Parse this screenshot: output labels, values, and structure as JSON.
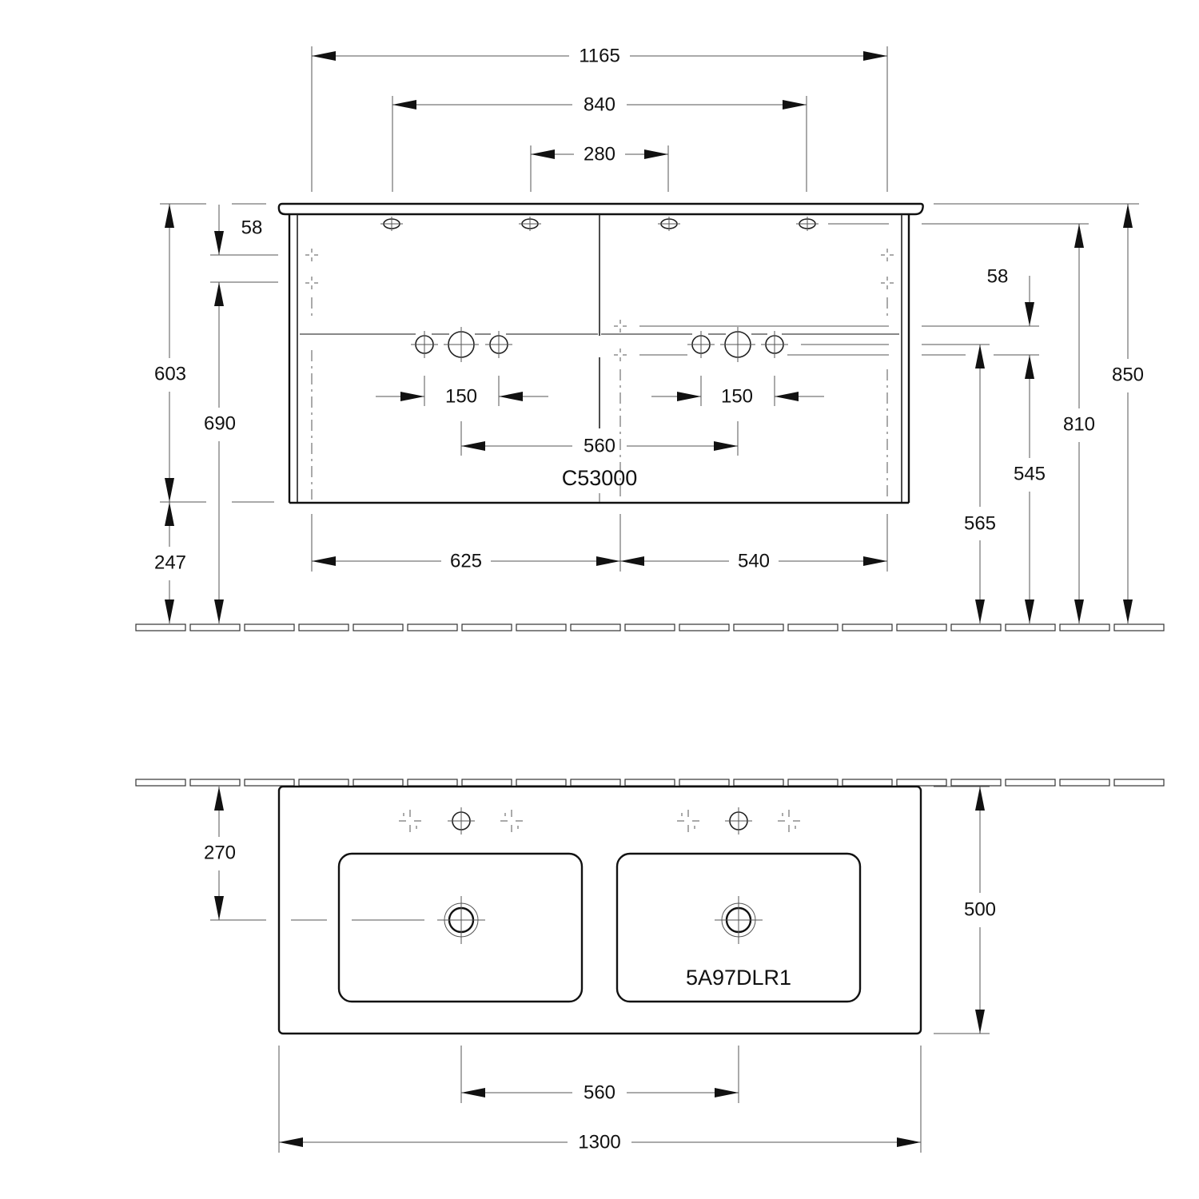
{
  "drawing": {
    "front_view": {
      "model_label": "C53000",
      "dimensions": {
        "overall_width": "1165",
        "inner_width": "840",
        "fixing_spacing": "280",
        "left_top_offset": "58",
        "right_top_offset": "58",
        "cabinet_height": "603",
        "floor_to_cabinet_bottom": "247",
        "height_690": "690",
        "tap_spacing_left": "150",
        "tap_spacing_right": "150",
        "waste_spacing": "560",
        "left_section": "625",
        "right_section": "540",
        "height_565": "565",
        "height_545": "545",
        "height_810": "810",
        "overall_height": "850"
      }
    },
    "top_view": {
      "model_label": "5A97DLR1",
      "dimensions": {
        "waste_depth": "270",
        "depth": "500",
        "waste_spacing": "560",
        "overall_width": "1300"
      }
    },
    "colors": {
      "line": "#111111",
      "dimension_line": "#555555",
      "background": "#ffffff"
    }
  }
}
